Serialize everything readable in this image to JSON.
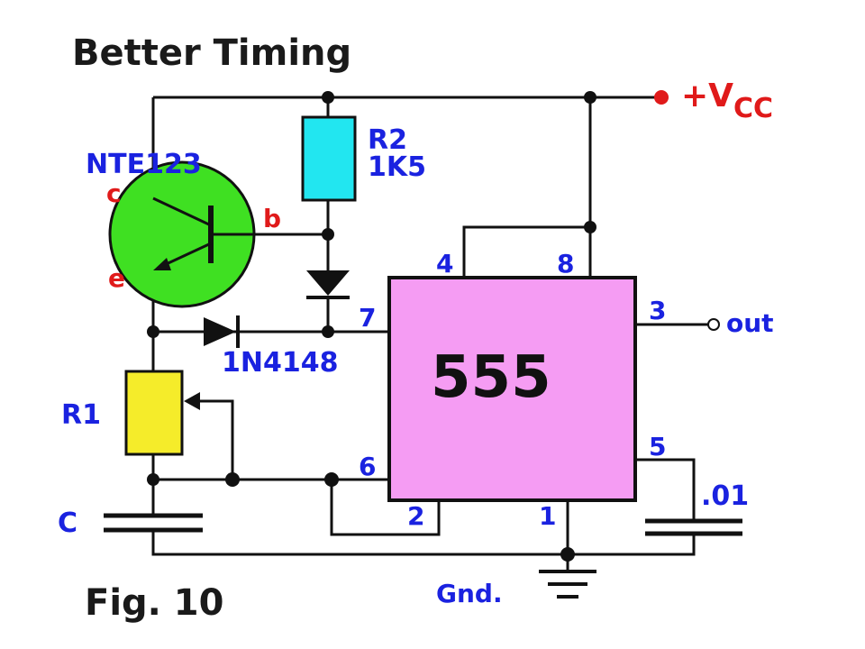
{
  "title": "Better Timing",
  "figure_label": "Fig. 10",
  "colors": {
    "chip": "#f59cf3",
    "resistor_r2": "#22e6f0",
    "resistor_r1": "#f5ec2a",
    "transistor": "#3fe022",
    "label_blue": "#1a22e0",
    "label_red": "#e01a1a"
  },
  "supply": {
    "plus": "+V",
    "sub": "CC"
  },
  "ground_label": "Gnd.",
  "output_label": "out",
  "chip_label": "555",
  "components": {
    "r2": {
      "name": "R2",
      "value": "1K5"
    },
    "r1": {
      "name": "R1"
    },
    "transistor": {
      "name": "NTE123",
      "collector": "c",
      "base": "b",
      "emitter": "e"
    },
    "diode": {
      "name": "1N4148"
    },
    "cap_c": {
      "name": "C"
    },
    "cap_5": {
      "value": ".01"
    }
  },
  "pins": {
    "p4": "4",
    "p8": "8",
    "p7": "7",
    "p3": "3",
    "p5": "5",
    "p6": "6",
    "p2": "2",
    "p1": "1"
  }
}
